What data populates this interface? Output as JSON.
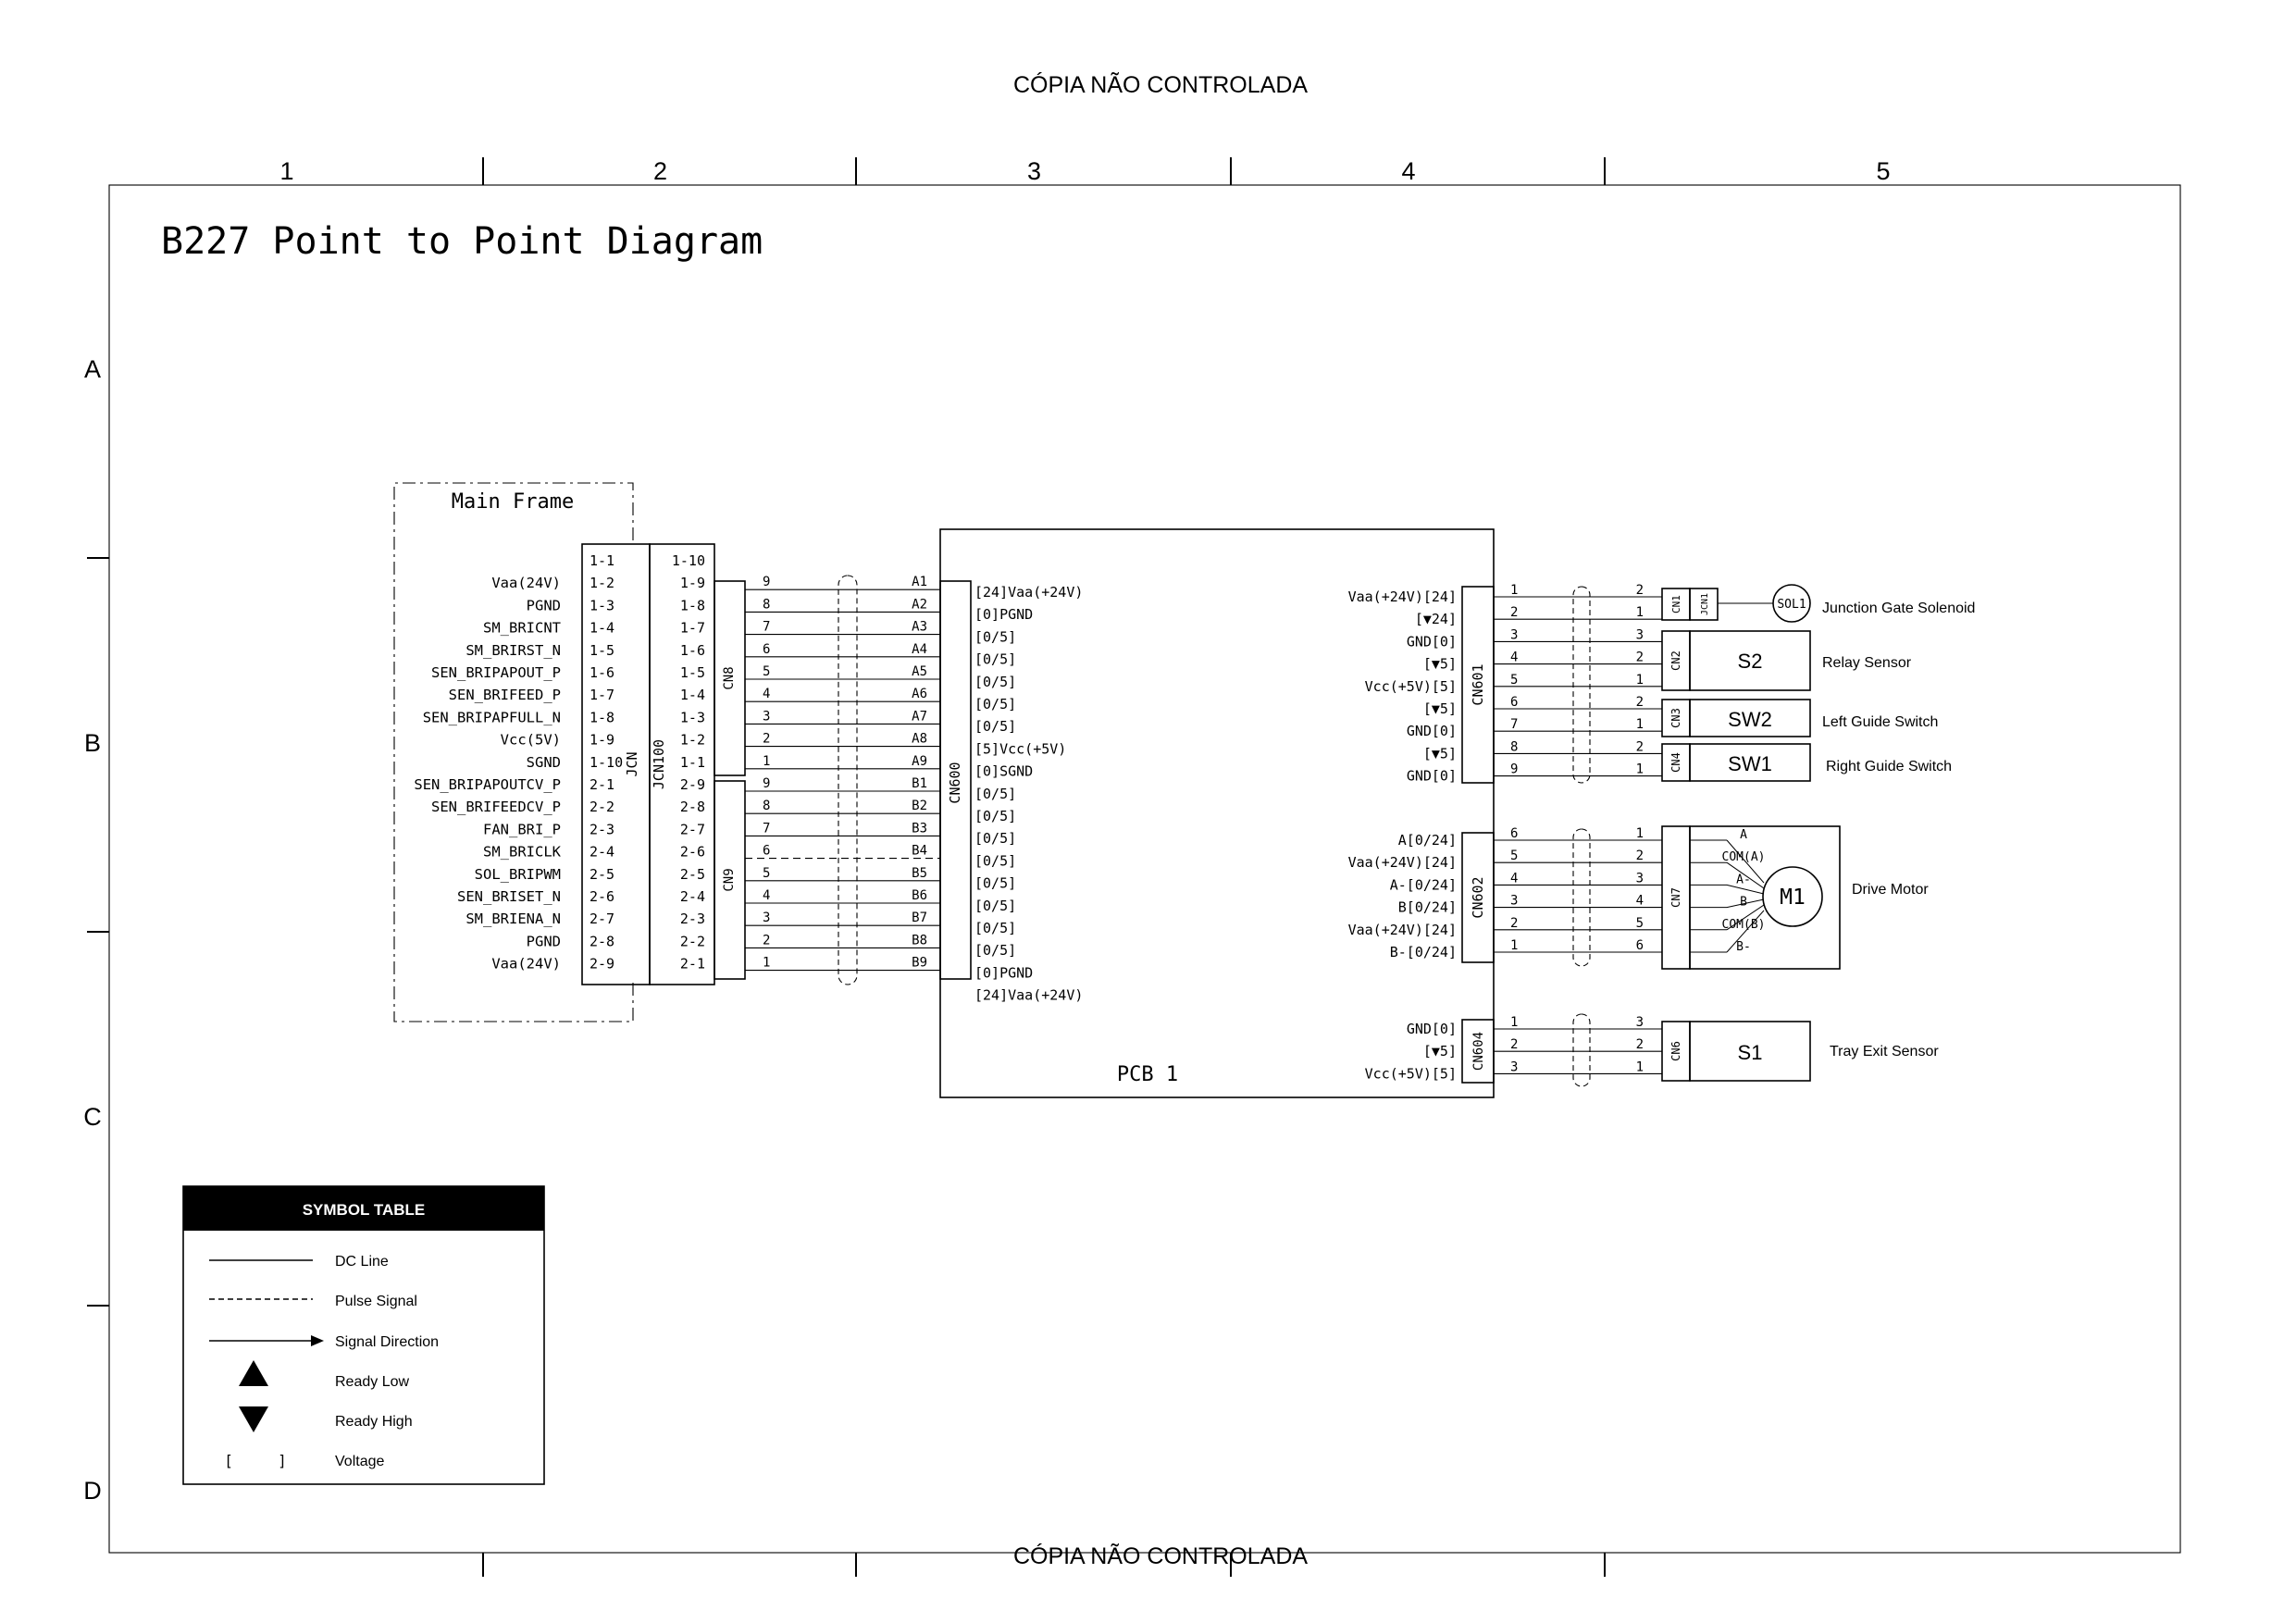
{
  "watermark_top": "CÓPIA NÃO CONTROLADA",
  "watermark_bottom": "CÓPIA NÃO CONTROLADA",
  "title": "B227 Point to Point Diagram",
  "grid_cols": [
    "1",
    "2",
    "3",
    "4",
    "5"
  ],
  "grid_rows": [
    "A",
    "B",
    "C",
    "D"
  ],
  "main_frame": {
    "title": "Main Frame",
    "connector_left": "JCN",
    "connector_right": "JCN100",
    "signals": [
      "",
      "Vaa(24V)",
      "PGND",
      "SM_BRICNT",
      "SM_BRIRST_N",
      "SEN_BRIPAPOUT_P",
      "SEN_BRIFEED_P",
      "SEN_BRIPAPFULL_N",
      "Vcc(5V)",
      "SGND",
      "SEN_BRIPAPOUTCV_P",
      "SEN_BRIFEEDCV_P",
      "FAN_BRI_P",
      "SM_BRICLK",
      "SOL_BRIPWM",
      "SEN_BRISET_N",
      "SM_BRIENA_N",
      "PGND",
      "Vaa(24V)"
    ],
    "pins_left": [
      "1-1",
      "1-2",
      "1-3",
      "1-4",
      "1-5",
      "1-6",
      "1-7",
      "1-8",
      "1-9",
      "1-10",
      "2-1",
      "2-2",
      "2-3",
      "2-4",
      "2-5",
      "2-6",
      "2-7",
      "2-8",
      "2-9"
    ],
    "pins_right": [
      "1-10",
      "1-9",
      "1-8",
      "1-7",
      "1-6",
      "1-5",
      "1-4",
      "1-3",
      "1-2",
      "1-1",
      "2-9",
      "2-8",
      "2-7",
      "2-6",
      "2-5",
      "2-4",
      "2-3",
      "2-2",
      "2-1"
    ]
  },
  "cn8": {
    "label": "CN8",
    "pins": [
      "9",
      "8",
      "7",
      "6",
      "5",
      "4",
      "3",
      "2",
      "1"
    ],
    "far_pins": [
      "A1",
      "A2",
      "A3",
      "A4",
      "A5",
      "A6",
      "A7",
      "A8",
      "A9"
    ]
  },
  "cn9": {
    "label": "CN9",
    "pins": [
      "9",
      "8",
      "7",
      "6",
      "5",
      "4",
      "3",
      "2",
      "1"
    ],
    "far_pins": [
      "B1",
      "B2",
      "B3",
      "B4",
      "B5",
      "B6",
      "B7",
      "B8",
      "B9"
    ]
  },
  "pcb": {
    "label": "PCB 1",
    "cn600_label": "CN600",
    "cn600_signals": [
      "[24]Vaa(+24V)",
      "[0]PGND",
      "[0/5]",
      "[0/5]",
      "[0/5]",
      "[0/5]",
      "[0/5]",
      "[5]Vcc(+5V)",
      "[0]SGND",
      "[0/5]",
      "[0/5]",
      "[0/5]",
      "[0/5]",
      "[0/5]",
      "[0/5]",
      "[0/5]",
      "[0/5]",
      "[0]PGND",
      "[24]Vaa(+24V)"
    ],
    "cn601_label": "CN601",
    "cn601_signals": [
      "Vaa(+24V)[24]",
      "[▼24]",
      "GND[0]",
      "[▼5]",
      "Vcc(+5V)[5]",
      "[▼5]",
      "GND[0]",
      "[▼5]",
      "GND[0]"
    ],
    "cn601_pins": [
      "1",
      "2",
      "3",
      "4",
      "5",
      "6",
      "7",
      "8",
      "9"
    ],
    "cn602_label": "CN602",
    "cn602_signals": [
      "A[0/24]",
      "Vaa(+24V)[24]",
      "A-[0/24]",
      "B[0/24]",
      "Vaa(+24V)[24]",
      "B-[0/24]"
    ],
    "cn602_pins": [
      "6",
      "5",
      "4",
      "3",
      "2",
      "1"
    ],
    "cn604_label": "CN604",
    "cn604_signals": [
      "GND[0]",
      "[▼5]",
      "Vcc(+5V)[5]"
    ],
    "cn604_pins": [
      "1",
      "2",
      "3"
    ]
  },
  "devices": {
    "sol1": {
      "cn": "CN1",
      "jcn": "JCN1",
      "pins": [
        "2",
        "1"
      ],
      "symbol": "SOL1",
      "name": "Junction Gate Solenoid"
    },
    "s2": {
      "cn": "CN2",
      "pins": [
        "3",
        "2",
        "1"
      ],
      "symbol": "S2",
      "name": "Relay Sensor"
    },
    "sw2": {
      "cn": "CN3",
      "pins": [
        "2",
        "1"
      ],
      "symbol": "SW2",
      "name": "Left Guide Switch"
    },
    "sw1": {
      "cn": "CN4",
      "pins": [
        "2",
        "1"
      ],
      "symbol": "SW1",
      "name": "Right Guide Switch"
    },
    "m1": {
      "cn": "CN7",
      "pins": [
        "1",
        "2",
        "3",
        "4",
        "5",
        "6"
      ],
      "wires": [
        "A",
        "COM(A)",
        "A-",
        "B",
        "COM(B)",
        "B-"
      ],
      "symbol": "M1",
      "name": "Drive Motor"
    },
    "s1": {
      "cn": "CN6",
      "pins": [
        "3",
        "2",
        "1"
      ],
      "symbol": "S1",
      "name": "Tray Exit Sensor"
    }
  },
  "symbol_table": {
    "title": "SYMBOL TABLE",
    "items": [
      "DC Line",
      "Pulse Signal",
      "Signal Direction",
      "Ready Low",
      "Ready High",
      "Voltage"
    ],
    "voltage_symbol": "[     ]"
  }
}
